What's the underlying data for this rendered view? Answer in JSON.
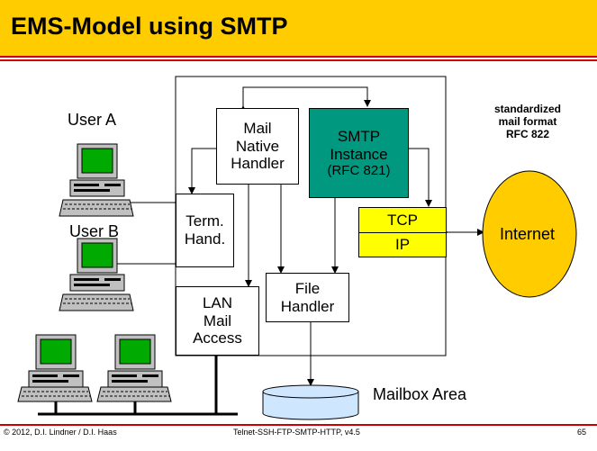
{
  "slide": {
    "title": "EMS-Model using SMTP",
    "footer_left": "© 2012, D.I. Lindner / D.I. Haas",
    "footer_center": "Telnet-SSH-FTP-SMTP-HTTP, v4.5",
    "page_number": "65"
  },
  "diagram": {
    "user_a": "User A",
    "user_b": "User B",
    "mail_native_handler": "Mail\nNative\nHandler",
    "smtp_instance": "SMTP\nInstance",
    "smtp_rfc": "(RFC 821)",
    "term_handler": "Term.\nHand.",
    "lan_mail_access": "LAN\nMail\nAccess",
    "file_handler": "File\nHandler",
    "tcp": "TCP",
    "ip": "IP",
    "internet": "Internet",
    "mail_format_note": "standardized\nmail format\nRFC 822",
    "mailbox_area": "Mailbox Area"
  },
  "colors": {
    "title_bar": "#ffcc00",
    "rule": "#cc0000",
    "smtp_box": "#009980",
    "tcp_ip": "#ffff00",
    "internet": "#ffcc00",
    "mailbox": "#cfe6ff",
    "screen": "#00aa00"
  },
  "icons": [
    "workstation-icon"
  ]
}
